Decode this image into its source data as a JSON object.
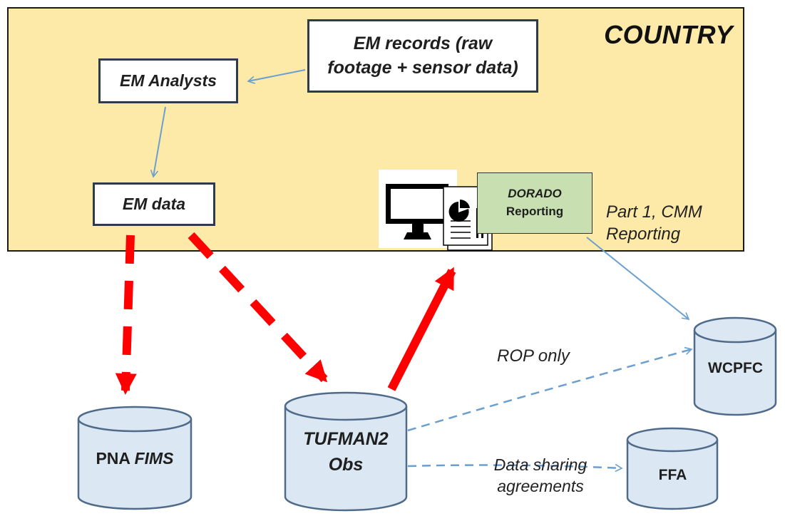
{
  "country": {
    "label": "COUNTRY"
  },
  "nodes": {
    "em_records": {
      "line1": "EM records (raw",
      "line2": "footage + sensor data)"
    },
    "em_analysts": {
      "label": "EM Analysts"
    },
    "em_data": {
      "label": "EM data"
    },
    "dorado": {
      "line1": "DORADO",
      "line2": "Reporting"
    }
  },
  "databases": {
    "pna": {
      "prefix": "PNA ",
      "italic": "FIMS"
    },
    "tufman": {
      "line1": "TUFMAN2",
      "line2": "Obs"
    },
    "wcpfc": {
      "label": "WCPFC"
    },
    "ffa": {
      "label": "FFA"
    }
  },
  "edge_labels": {
    "part1": {
      "line1": "Part 1, CMM",
      "line2": "Reporting"
    },
    "rop": "ROP only",
    "dsa": {
      "line1": "Data sharing",
      "line2": "agreements"
    }
  },
  "colors": {
    "region_fill": "#fde9a8",
    "cylinder_fill": "#dbe7f3",
    "cylinder_stroke": "#4f6b89",
    "arrow_thin": "#6a9fd0",
    "arrow_red": "#ff0000",
    "dorado_fill": "#c8e0b1"
  },
  "icons": [
    "monitor-icon",
    "report-document-icon"
  ]
}
